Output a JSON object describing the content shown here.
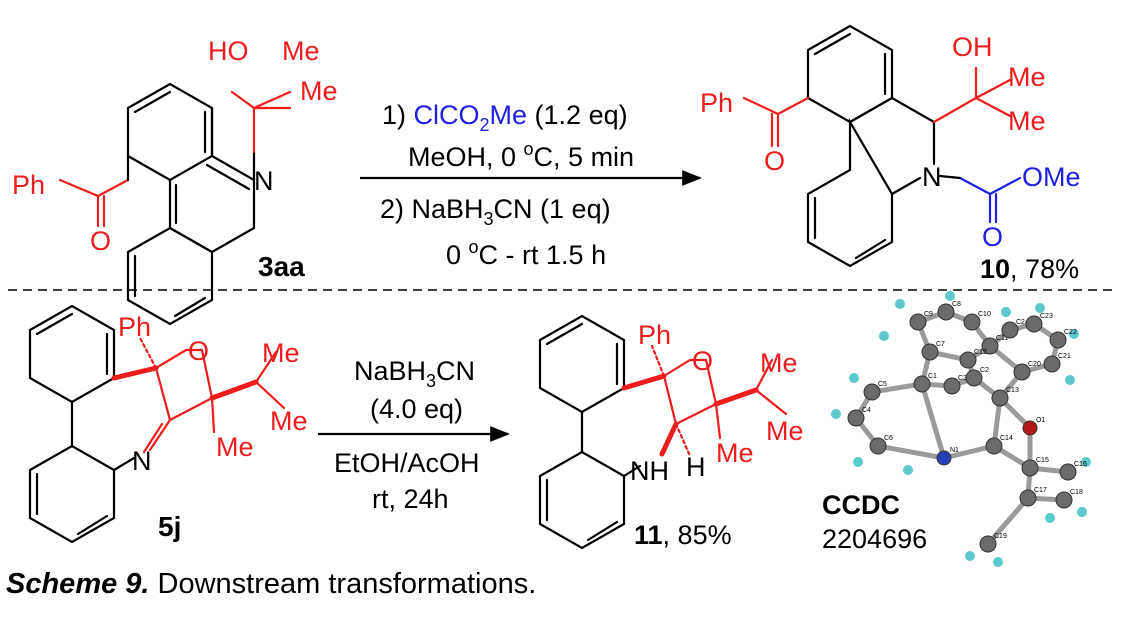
{
  "colors": {
    "bond": "#000000",
    "highlight": "#ee1c1c",
    "reagent": "#1f1fe6",
    "atom_blue": "#1f1fe6"
  },
  "reaction1": {
    "start": {
      "label": "3aa",
      "HO": "HO",
      "Me1": "Me",
      "Me2": "Me",
      "N": "N",
      "Ph": "Ph",
      "O": "O"
    },
    "cond1_prefix": "1) ",
    "cond1_reagent": "ClCO",
    "cond1_reagent_sub": "2",
    "cond1_reagent_end": "Me",
    "cond1_suffix": " (1.2 eq)",
    "cond2": "MeOH, 0 ",
    "cond2_sup": "o",
    "cond2_end": "C, 5 min",
    "cond3": "2) NaBH",
    "cond3_sub": "3",
    "cond3_end": "CN (1 eq)",
    "cond4": "0 ",
    "cond4_sup": "o",
    "cond4_end": "C - rt 1.5 h",
    "product": {
      "label": "10",
      "yield": ", 78%",
      "OH": "OH",
      "Me1": "Me",
      "Me2": "Me",
      "N": "N",
      "OMe": "OMe",
      "O1": "O",
      "O2": "O",
      "Ph": "Ph"
    }
  },
  "reaction2": {
    "start": {
      "label": "5j",
      "Ph": "Ph",
      "O": "O",
      "Me1": "Me",
      "Me2": "Me",
      "Me3": "Me",
      "N": "N"
    },
    "cond1": "NaBH",
    "cond1_sub": "3",
    "cond1_end": "CN",
    "cond2": "(4.0 eq)",
    "cond3": "EtOH/AcOH",
    "cond4": "rt, 24h",
    "product": {
      "label": "11",
      "yield": ", 85%",
      "Ph": "Ph",
      "O": "O",
      "Me1": "Me",
      "Me2": "Me",
      "Me3": "Me",
      "NH": "NH",
      "H": "H"
    }
  },
  "crystal": {
    "title": "CCDC",
    "number": "2204696",
    "atom_labels": [
      "C9",
      "C8",
      "C10",
      "C11",
      "C12",
      "C24",
      "C23",
      "C22",
      "C21",
      "C20",
      "C7",
      "C1",
      "C3",
      "C2",
      "C5",
      "C4",
      "C6",
      "N1",
      "C14",
      "C13",
      "O1",
      "C15",
      "C16",
      "C17",
      "C18",
      "C19"
    ]
  },
  "caption": {
    "bold": "Scheme 9.",
    "text": " Downstream transformations."
  }
}
